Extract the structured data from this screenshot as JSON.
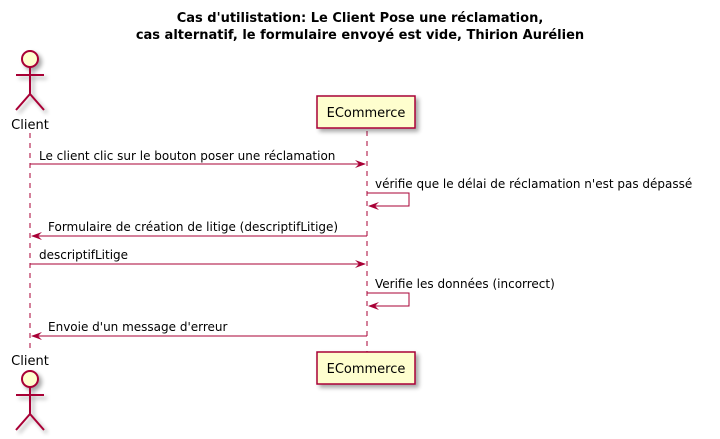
{
  "title": {
    "line1": "Cas d'utilistation: Le Client Pose une réclamation,",
    "line2": "cas alternatif, le formulaire envoyé est vide,   Thirion Aurélien"
  },
  "participants": {
    "client": {
      "label": "Client",
      "kind": "actor"
    },
    "ecommerce": {
      "label": "ECommerce",
      "kind": "participant"
    }
  },
  "messages": [
    {
      "from": "client",
      "to": "ecommerce",
      "label": "Le client clic sur le bouton poser une réclamation"
    },
    {
      "from": "ecommerce",
      "to": "ecommerce",
      "label": "vérifie que le délai de réclamation n'est pas dépassé"
    },
    {
      "from": "ecommerce",
      "to": "client",
      "label": "Formulaire de création de litige (descriptifLitige)"
    },
    {
      "from": "client",
      "to": "ecommerce",
      "label": "descriptifLitige"
    },
    {
      "from": "ecommerce",
      "to": "ecommerce",
      "label": "Verifie les données (incorrect)"
    },
    {
      "from": "ecommerce",
      "to": "client",
      "label": "Envoie d'un message d'erreur"
    }
  ],
  "colors": {
    "arrow": "#A80036",
    "participant_fill": "#FEFECE",
    "participant_border": "#A80036",
    "text": "#000000"
  }
}
